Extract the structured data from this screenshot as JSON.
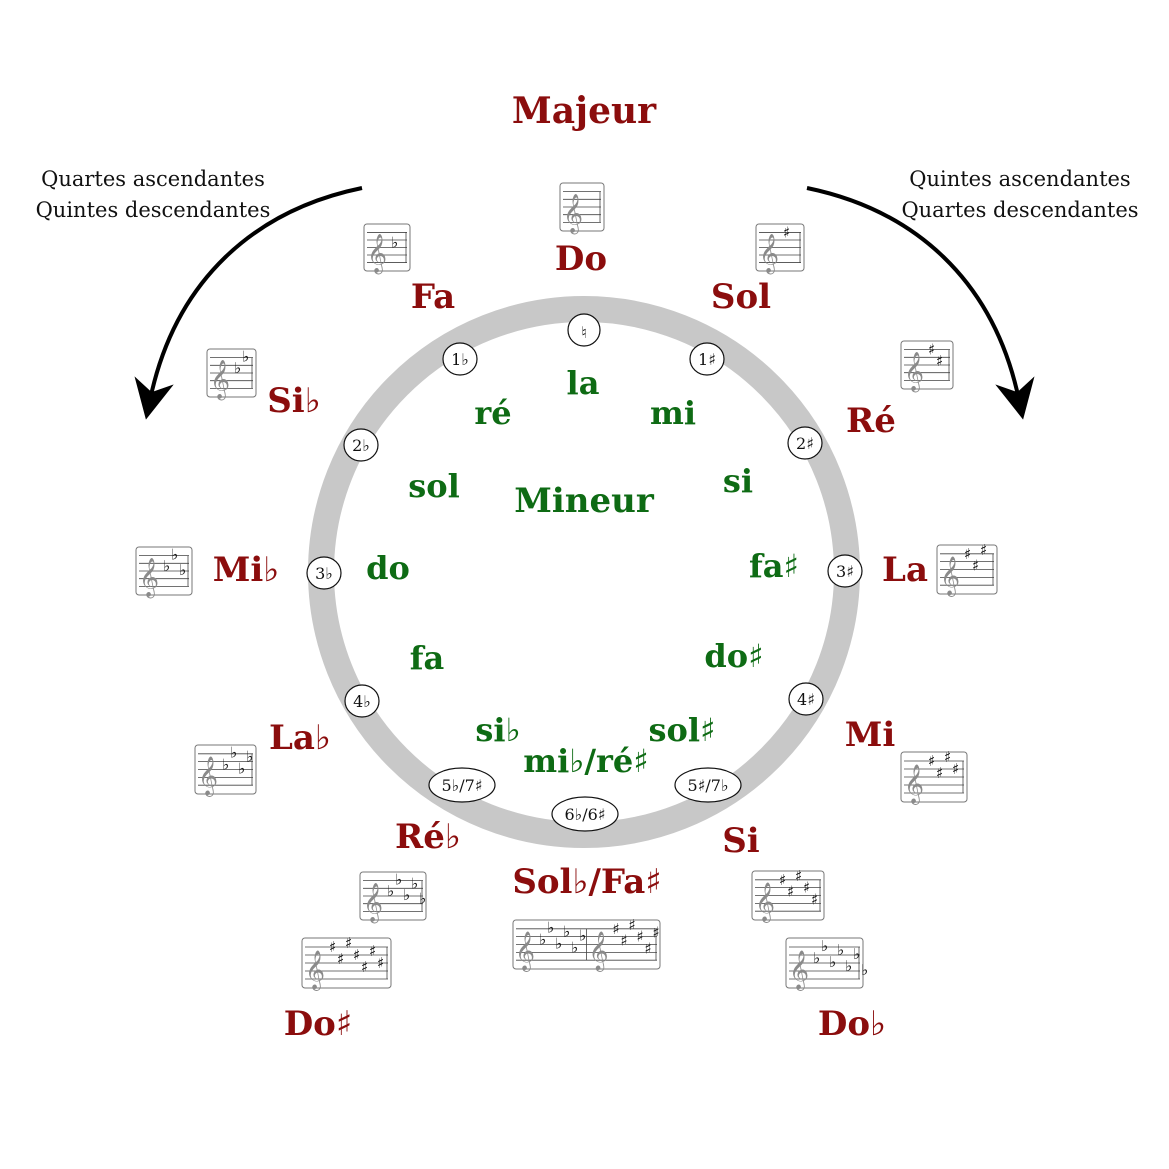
{
  "titles": {
    "major": "Majeur",
    "minor": "Mineur"
  },
  "captions": {
    "left": [
      "Quartes ascendantes",
      "Quintes descendantes"
    ],
    "right": [
      "Quintes ascendantes",
      "Quartes descendantes"
    ]
  },
  "colors": {
    "major": "#8b0d0d",
    "minor": "#0e6b14",
    "ring": "#c8c8c8"
  },
  "ring_badges": [
    {
      "id": "natural",
      "label": "♮"
    },
    {
      "id": "1-sharp",
      "label": "1♯"
    },
    {
      "id": "2-sharp",
      "label": "2♯"
    },
    {
      "id": "3-sharp",
      "label": "3♯"
    },
    {
      "id": "4-sharp",
      "label": "4♯"
    },
    {
      "id": "5-sharp-7-flat",
      "label": "5♯/7♭"
    },
    {
      "id": "6-flat-6-sharp",
      "label": "6♭/6♯"
    },
    {
      "id": "5-flat-7-sharp",
      "label": "5♭/7♯"
    },
    {
      "id": "4-flat",
      "label": "4♭"
    },
    {
      "id": "3-flat",
      "label": "3♭"
    },
    {
      "id": "2-flat",
      "label": "2♭"
    },
    {
      "id": "1-flat",
      "label": "1♭"
    }
  ],
  "major_keys": [
    {
      "id": "do",
      "label": "Do"
    },
    {
      "id": "sol",
      "label": "Sol"
    },
    {
      "id": "re",
      "label": "Ré"
    },
    {
      "id": "la",
      "label": "La"
    },
    {
      "id": "mi",
      "label": "Mi"
    },
    {
      "id": "si",
      "label": "Si"
    },
    {
      "id": "solb-fas",
      "label": "Sol♭/Fa♯"
    },
    {
      "id": "reb",
      "label": "Ré♭"
    },
    {
      "id": "lab",
      "label": "La♭"
    },
    {
      "id": "mib",
      "label": "Mi♭"
    },
    {
      "id": "sib",
      "label": "Si♭"
    },
    {
      "id": "fa",
      "label": "Fa"
    },
    {
      "id": "dos",
      "label": "Do♯"
    },
    {
      "id": "dob",
      "label": "Do♭"
    }
  ],
  "minor_keys": [
    {
      "id": "la",
      "label": "la"
    },
    {
      "id": "mi",
      "label": "mi"
    },
    {
      "id": "si",
      "label": "si"
    },
    {
      "id": "fas",
      "label": "fa♯"
    },
    {
      "id": "dos",
      "label": "do♯"
    },
    {
      "id": "sols",
      "label": "sol♯"
    },
    {
      "id": "mib-res",
      "label": "mi♭/ré♯"
    },
    {
      "id": "sib",
      "label": "si♭"
    },
    {
      "id": "fa",
      "label": "fa"
    },
    {
      "id": "do",
      "label": "do"
    },
    {
      "id": "sol",
      "label": "sol"
    },
    {
      "id": "re",
      "label": "ré"
    }
  ],
  "key_signatures": [
    {
      "id": "do",
      "sign": "",
      "count": 0
    },
    {
      "id": "sol",
      "sign": "♯",
      "count": 1
    },
    {
      "id": "re",
      "sign": "♯",
      "count": 2
    },
    {
      "id": "la",
      "sign": "♯",
      "count": 3
    },
    {
      "id": "mi",
      "sign": "♯",
      "count": 4
    },
    {
      "id": "si",
      "sign": "♯",
      "count": 5
    },
    {
      "id": "solb-fas",
      "sign": "♭|♯",
      "count": 6
    },
    {
      "id": "reb",
      "sign": "♭",
      "count": 5
    },
    {
      "id": "lab",
      "sign": "♭",
      "count": 4
    },
    {
      "id": "mib",
      "sign": "♭",
      "count": 3
    },
    {
      "id": "sib",
      "sign": "♭",
      "count": 2
    },
    {
      "id": "fa",
      "sign": "♭",
      "count": 1
    },
    {
      "id": "dos",
      "sign": "♯",
      "count": 7
    },
    {
      "id": "dob",
      "sign": "♭",
      "count": 7
    }
  ],
  "clef_glyph": "𝄞"
}
